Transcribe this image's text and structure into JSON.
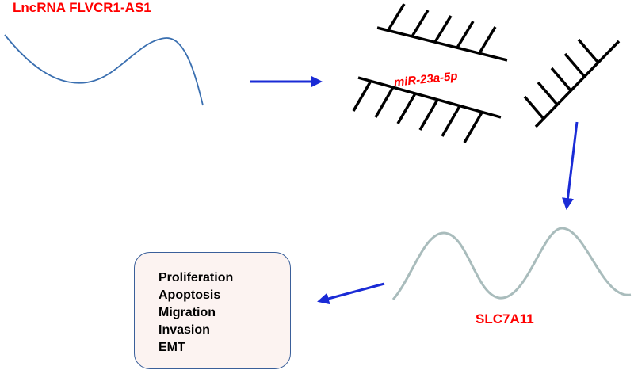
{
  "lncrna_label": "LncRNA FLVCR1-AS1",
  "mirna_label": "miR-23a-5p",
  "target_label": "SLC7A11",
  "outcomes": [
    "Proliferation",
    "Apoptosis",
    "Migration",
    "Invasion",
    "EMT"
  ],
  "colors": {
    "label": "#ff0000",
    "arrow": "#1a2bd6",
    "lncrna_strand": "#3a6fb0",
    "target_strand": "#a9bcbc",
    "mirna": "#000000",
    "box_border": "#3a5f9a",
    "box_fill": "#fcf3f1"
  }
}
